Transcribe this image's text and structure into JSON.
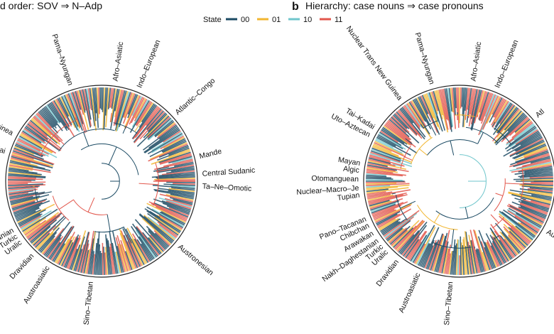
{
  "panel_a": {
    "title": "d order: SOV ⇒ N–Adp",
    "families": [
      {
        "label": "Pama–Nyungan",
        "angle": -108
      },
      {
        "label": "Afro–Asiatic",
        "angle": -82
      },
      {
        "label": "Indo–European",
        "angle": -68
      },
      {
        "label": "Atlantic–Congo",
        "angle": -42
      },
      {
        "label": "Mande",
        "angle": -14
      },
      {
        "label": "Central Sudanic",
        "angle": -4
      },
      {
        "label": "Ta–Ne–Omotic",
        "angle": 3
      },
      {
        "label": "Austronesian",
        "angle": 40
      },
      {
        "label": "Sino–Tibetan",
        "angle": 96
      },
      {
        "label": "Austroasiatic",
        "angle": 122
      },
      {
        "label": "Dravidian",
        "angle": 133
      },
      {
        "label": "Uralic",
        "angle": 143
      },
      {
        "label": "Turkic",
        "angle": 147
      },
      {
        "label": "anian",
        "angle": 151
      },
      {
        "label": "Guinea",
        "angle": -152
      },
      {
        "label": "dai",
        "angle": -163
      }
    ]
  },
  "panel_b": {
    "letter": "b",
    "title": "Hierarchy: case nouns ⇒ case pronouns",
    "families": [
      {
        "label": "Pama–Nyungan",
        "angle": -106
      },
      {
        "label": "Nuclear Trans New Guinea",
        "angle": -126
      },
      {
        "label": "Afro–Asiatic",
        "angle": -82
      },
      {
        "label": "Indo–European",
        "angle": -68
      },
      {
        "label": "Atl",
        "angle": -40
      },
      {
        "label": "Tai–Kadai",
        "angle": -148
      },
      {
        "label": "Uto–Aztecan",
        "angle": -153
      },
      {
        "label": "Mayan",
        "angle": -170
      },
      {
        "label": "Algic",
        "angle": -174
      },
      {
        "label": "Otomanguean",
        "angle": -179
      },
      {
        "label": "Nuclear–Macro–Je",
        "angle": 176
      },
      {
        "label": "Tupian",
        "angle": 172
      },
      {
        "label": "Pano–Tacanan",
        "angle": 158
      },
      {
        "label": "Chibchan",
        "angle": 154
      },
      {
        "label": "Arawakan",
        "angle": 149
      },
      {
        "label": "Nakh–Daghestanian",
        "angle": 144
      },
      {
        "label": "Turkic",
        "angle": 140
      },
      {
        "label": "Uralic",
        "angle": 136
      },
      {
        "label": "Dravidian",
        "angle": 128
      },
      {
        "label": "Austroasiatic",
        "angle": 114
      },
      {
        "label": "Sino–Tibetan",
        "angle": 95
      },
      {
        "label": "Austr",
        "angle": 30
      }
    ]
  },
  "legend": {
    "title": "State",
    "items": [
      {
        "label": "00",
        "color": "#1b4a63"
      },
      {
        "label": "01",
        "color": "#f2b630"
      },
      {
        "label": "10",
        "color": "#6fc6cc"
      },
      {
        "label": "11",
        "color": "#e2574c"
      }
    ]
  }
}
